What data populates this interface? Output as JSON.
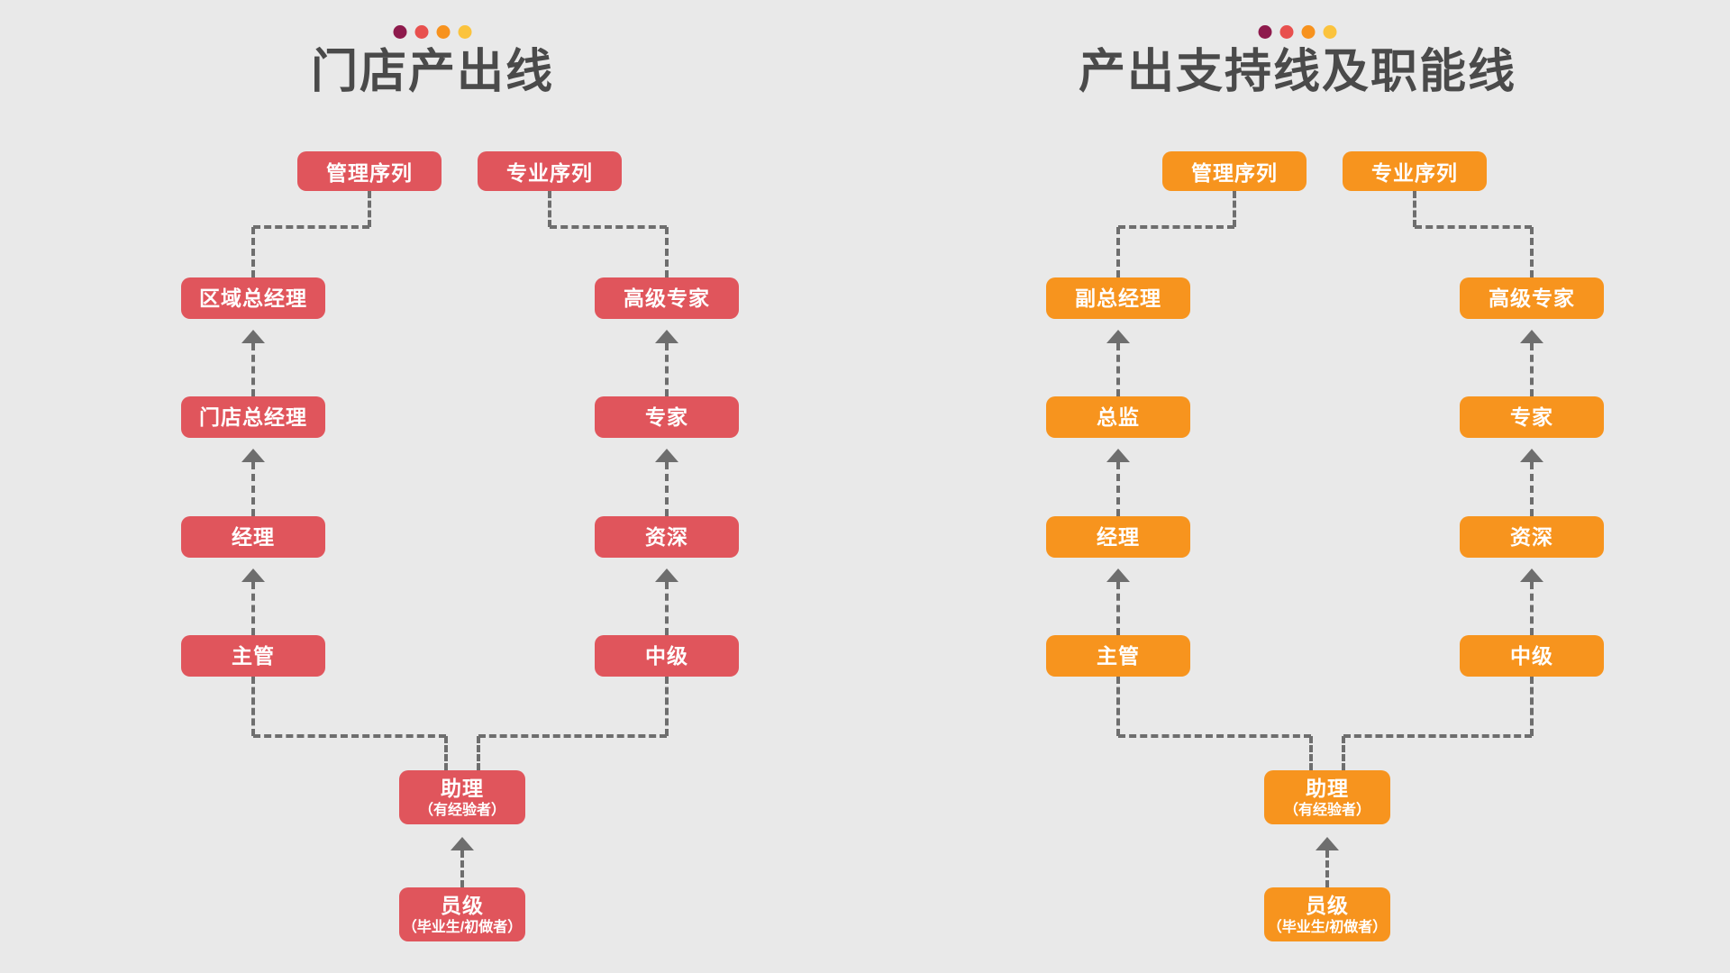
{
  "background_color": "#E9E9E9",
  "dot_colors": [
    "#8E1A4C",
    "#E8504E",
    "#F7921E",
    "#FBC33D"
  ],
  "panels": [
    {
      "id": "store-output-line",
      "title": "门店产出线",
      "accent_color": "#E0555C",
      "tracks": [
        {
          "id": "management",
          "header": "管理序列",
          "levels": [
            {
              "l1": "区域总经理",
              "l2": ""
            },
            {
              "l1": "门店总经理",
              "l2": ""
            },
            {
              "l1": "经理",
              "l2": ""
            },
            {
              "l1": "主管",
              "l2": ""
            }
          ]
        },
        {
          "id": "professional",
          "header": "专业序列",
          "levels": [
            {
              "l1": "高级专家",
              "l2": ""
            },
            {
              "l1": "专家",
              "l2": ""
            },
            {
              "l1": "资深",
              "l2": ""
            },
            {
              "l1": "中级",
              "l2": ""
            }
          ]
        }
      ],
      "common": [
        {
          "l1": "助理",
          "l2": "（有经验者）"
        },
        {
          "l1": "员级",
          "l2": "（毕业生/初做者）"
        }
      ]
    },
    {
      "id": "support-and-function-line",
      "title": "产出支持线及职能线",
      "accent_color": "#F7941E",
      "tracks": [
        {
          "id": "management",
          "header": "管理序列",
          "levels": [
            {
              "l1": "副总经理",
              "l2": ""
            },
            {
              "l1": "总监",
              "l2": ""
            },
            {
              "l1": "经理",
              "l2": ""
            },
            {
              "l1": "主管",
              "l2": ""
            }
          ]
        },
        {
          "id": "professional",
          "header": "专业序列",
          "levels": [
            {
              "l1": "高级专家",
              "l2": ""
            },
            {
              "l1": "专家",
              "l2": ""
            },
            {
              "l1": "资深",
              "l2": ""
            },
            {
              "l1": "中级",
              "l2": ""
            }
          ]
        }
      ],
      "common": [
        {
          "l1": "助理",
          "l2": "（有经验者）"
        },
        {
          "l1": "员级",
          "l2": "（毕业生/初做者）"
        }
      ]
    }
  ]
}
